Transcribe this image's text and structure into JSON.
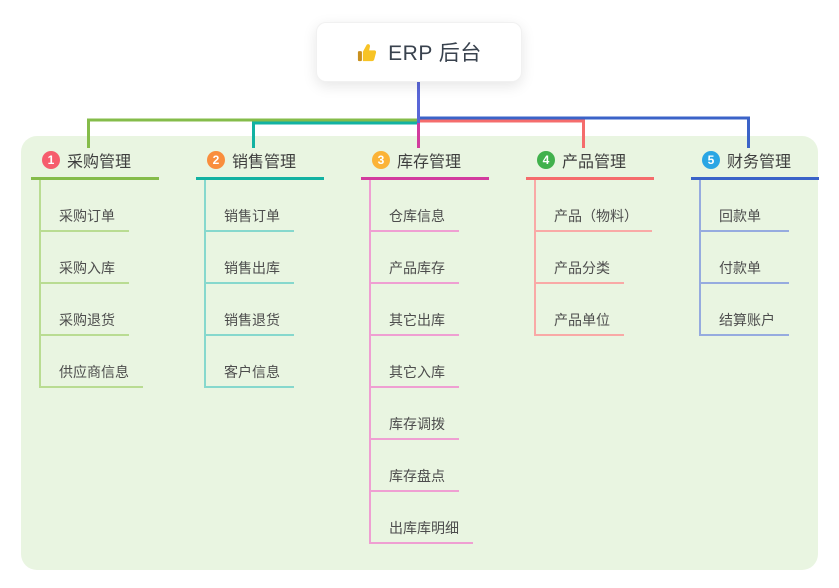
{
  "root": {
    "title": "ERP 后台",
    "icon": "thumbs-up-icon",
    "connector_color": "#5a67d8",
    "icon_colors": {
      "hand": "#f7c325",
      "cuff": "#c9901f"
    }
  },
  "panel": {
    "background": "#e9f5e1"
  },
  "branches": [
    {
      "number": "1",
      "label": "采购管理",
      "badge_color": "#f65d6d",
      "line_color": "#85bc4a",
      "child_line_color": "#b9dc92",
      "children": [
        "采购订单",
        "采购入库",
        "采购退货",
        "供应商信息"
      ]
    },
    {
      "number": "2",
      "label": "销售管理",
      "badge_color": "#f98e3d",
      "line_color": "#12b2a2",
      "child_line_color": "#86d8cd",
      "children": [
        "销售订单",
        "销售出库",
        "销售退货",
        "客户信息"
      ]
    },
    {
      "number": "3",
      "label": "库存管理",
      "badge_color": "#fbb337",
      "line_color": "#d23c9e",
      "child_line_color": "#ef9fd2",
      "children": [
        "仓库信息",
        "产品库存",
        "其它出库",
        "其它入库",
        "库存调拨",
        "库存盘点",
        "出库库明细"
      ]
    },
    {
      "number": "4",
      "label": "产品管理",
      "badge_color": "#41b14c",
      "line_color": "#f56c6c",
      "child_line_color": "#f9a9a6",
      "children": [
        "产品（物料）",
        "产品分类",
        "产品单位"
      ]
    },
    {
      "number": "5",
      "label": "财务管理",
      "badge_color": "#2aa6e4",
      "line_color": "#3b63c8",
      "child_line_color": "#96abdf",
      "children": [
        "回款单",
        "付款单",
        "结算账户"
      ]
    }
  ]
}
